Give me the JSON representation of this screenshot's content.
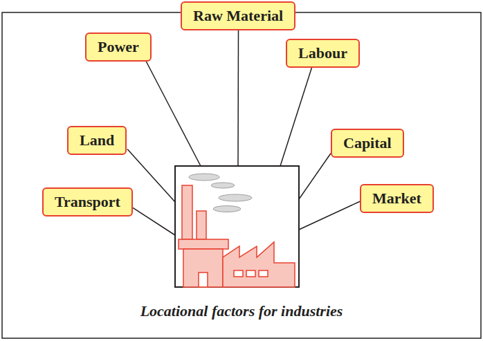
{
  "diagram": {
    "caption": "Locational factors for industries",
    "nodes": [
      {
        "text": [
          "Raw Material"
        ]
      },
      {
        "text": [
          "Power"
        ]
      },
      {
        "text": [
          "Labour"
        ]
      },
      {
        "text": [
          "Land"
        ]
      },
      {
        "text": [
          "Capital"
        ]
      },
      {
        "text": [
          "Transport"
        ]
      },
      {
        "text": [
          "Market"
        ]
      }
    ]
  }
}
